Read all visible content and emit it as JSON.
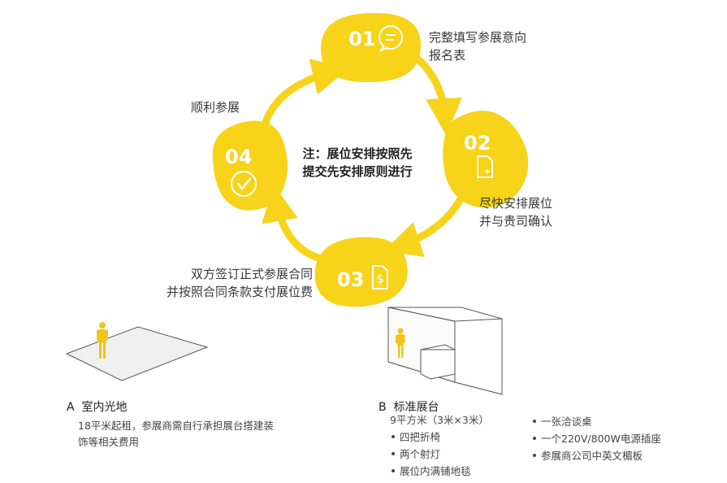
{
  "accent_color": "#F7D31A",
  "note": {
    "line1": "注：展位安排按照先",
    "line2": "提交先安排原则进行"
  },
  "steps": [
    {
      "number": "01",
      "icon": "chat-bubble-icon",
      "label_line1": "完整填写参展意向",
      "label_line2": "报名表"
    },
    {
      "number": "02",
      "icon": "document-add-icon",
      "label_line1": "尽快安排展位",
      "label_line2": "并与贵司确认"
    },
    {
      "number": "03",
      "icon": "dollar-document-icon",
      "label_line1": "双方签订正式参展合同",
      "label_line2": "并按照合同条款支付展位费"
    },
    {
      "number": "04",
      "icon": "check-circle-icon",
      "label_line1": "顺利参展",
      "label_line2": ""
    }
  ],
  "booth_a": {
    "letter": "A",
    "title": "室内光地",
    "desc_line1": "18平米起租，参展商需自行承担展台搭建装",
    "desc_line2": "饰等相关费用"
  },
  "booth_b": {
    "letter": "B",
    "title": "标准展台",
    "size": "9平方米（3米×3米）",
    "items": [
      "四把折椅",
      "两个射灯",
      "展位内满铺地毯",
      "一张洽谈桌",
      "一个220V/800W电源插座",
      "参展商公司中英文楣板"
    ]
  }
}
